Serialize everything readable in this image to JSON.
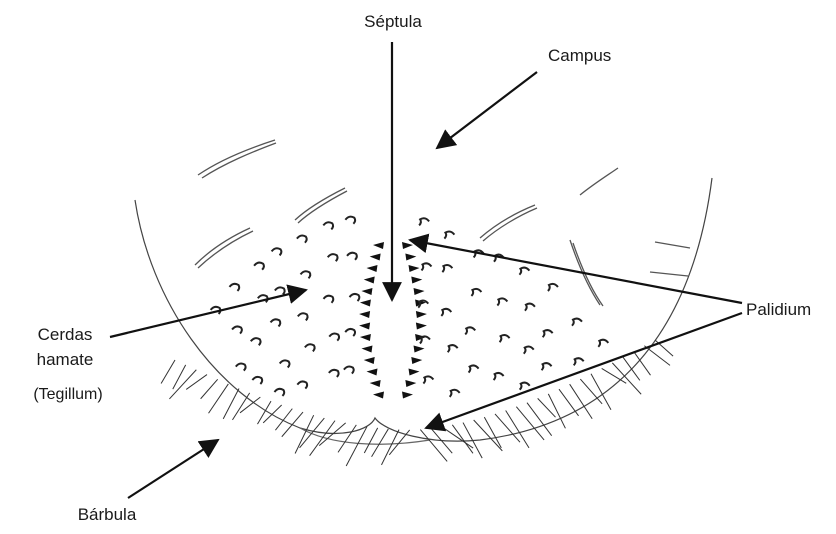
{
  "labels": {
    "septula": "Séptula",
    "campus": "Campus",
    "palidium": "Palidium",
    "cerdas": "Cerdas",
    "hamate": "hamate",
    "tegillum": "(Tegillum)",
    "barbula": "Bárbula"
  }
}
